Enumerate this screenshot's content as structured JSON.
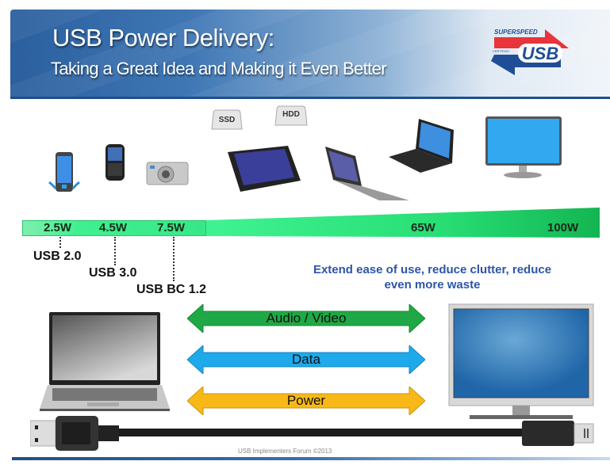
{
  "header": {
    "title": "USB Power Delivery:",
    "subtitle": "Taking a Great Idea and Making it Even Better",
    "logo": {
      "top_text": "SUPERSPEED",
      "side_text": "CERTIFIED",
      "main_text": "USB",
      "colors": {
        "red": "#e8343a",
        "blue": "#1f4e96"
      }
    }
  },
  "devices": {
    "items": [
      {
        "name": "smartphone",
        "icon": "smartphone-icon"
      },
      {
        "name": "blackberry-phone",
        "icon": "phone-icon"
      },
      {
        "name": "camera",
        "icon": "camera-icon"
      },
      {
        "name": "ssd",
        "label": "SSD",
        "icon": "ssd-drive-icon"
      },
      {
        "name": "hdd",
        "label": "HDD",
        "icon": "hdd-drive-icon"
      },
      {
        "name": "tablet",
        "icon": "tablet-icon"
      },
      {
        "name": "ultrabook",
        "icon": "ultrabook-icon"
      },
      {
        "name": "laptop",
        "icon": "laptop-icon"
      },
      {
        "name": "monitor",
        "icon": "monitor-icon"
      }
    ]
  },
  "power_scale": {
    "levels": [
      {
        "watts": "2.5W",
        "standard": "USB 2.0"
      },
      {
        "watts": "4.5W",
        "standard": "USB 3.0"
      },
      {
        "watts": "7.5W",
        "standard": "USB BC 1.2"
      },
      {
        "watts": "65W"
      },
      {
        "watts": "100W"
      }
    ],
    "bar_color": "#33e584",
    "bar_color_dark": "#13b552"
  },
  "tagline": {
    "line1": "Extend ease of use, reduce clutter, reduce",
    "line2": "even more waste",
    "color": "#2d55a8"
  },
  "channels": [
    {
      "label": "Audio / Video",
      "color": "#1fa845"
    },
    {
      "label": "Data",
      "color": "#1ea9ea"
    },
    {
      "label": "Power",
      "color": "#f8b918"
    }
  ],
  "footer": {
    "copyright": "USB Implementers Forum ©2013"
  }
}
